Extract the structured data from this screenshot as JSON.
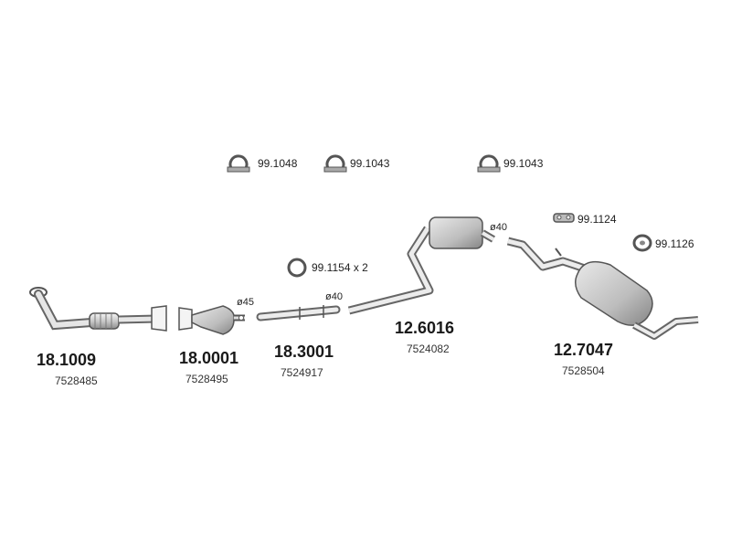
{
  "parts": [
    {
      "number": "18.1009",
      "oem": "7528485"
    },
    {
      "number": "18.0001",
      "oem": "7528495"
    },
    {
      "number": "18.3001",
      "oem": "7524917"
    },
    {
      "number": "12.6016",
      "oem": "7524082"
    },
    {
      "number": "12.7047",
      "oem": "7528504"
    }
  ],
  "accessories": {
    "clamp_1048": "99.1048",
    "clamp_1043_a": "99.1043",
    "clamp_1043_b": "99.1043",
    "ring_1154": "99.1154 x 2",
    "mount_1124": "99.1124",
    "hanger_1126": "99.1126"
  },
  "diameters": {
    "cat_outlet": "ø45",
    "mid_pipe": "ø40",
    "rear_inlet": "ø40"
  }
}
